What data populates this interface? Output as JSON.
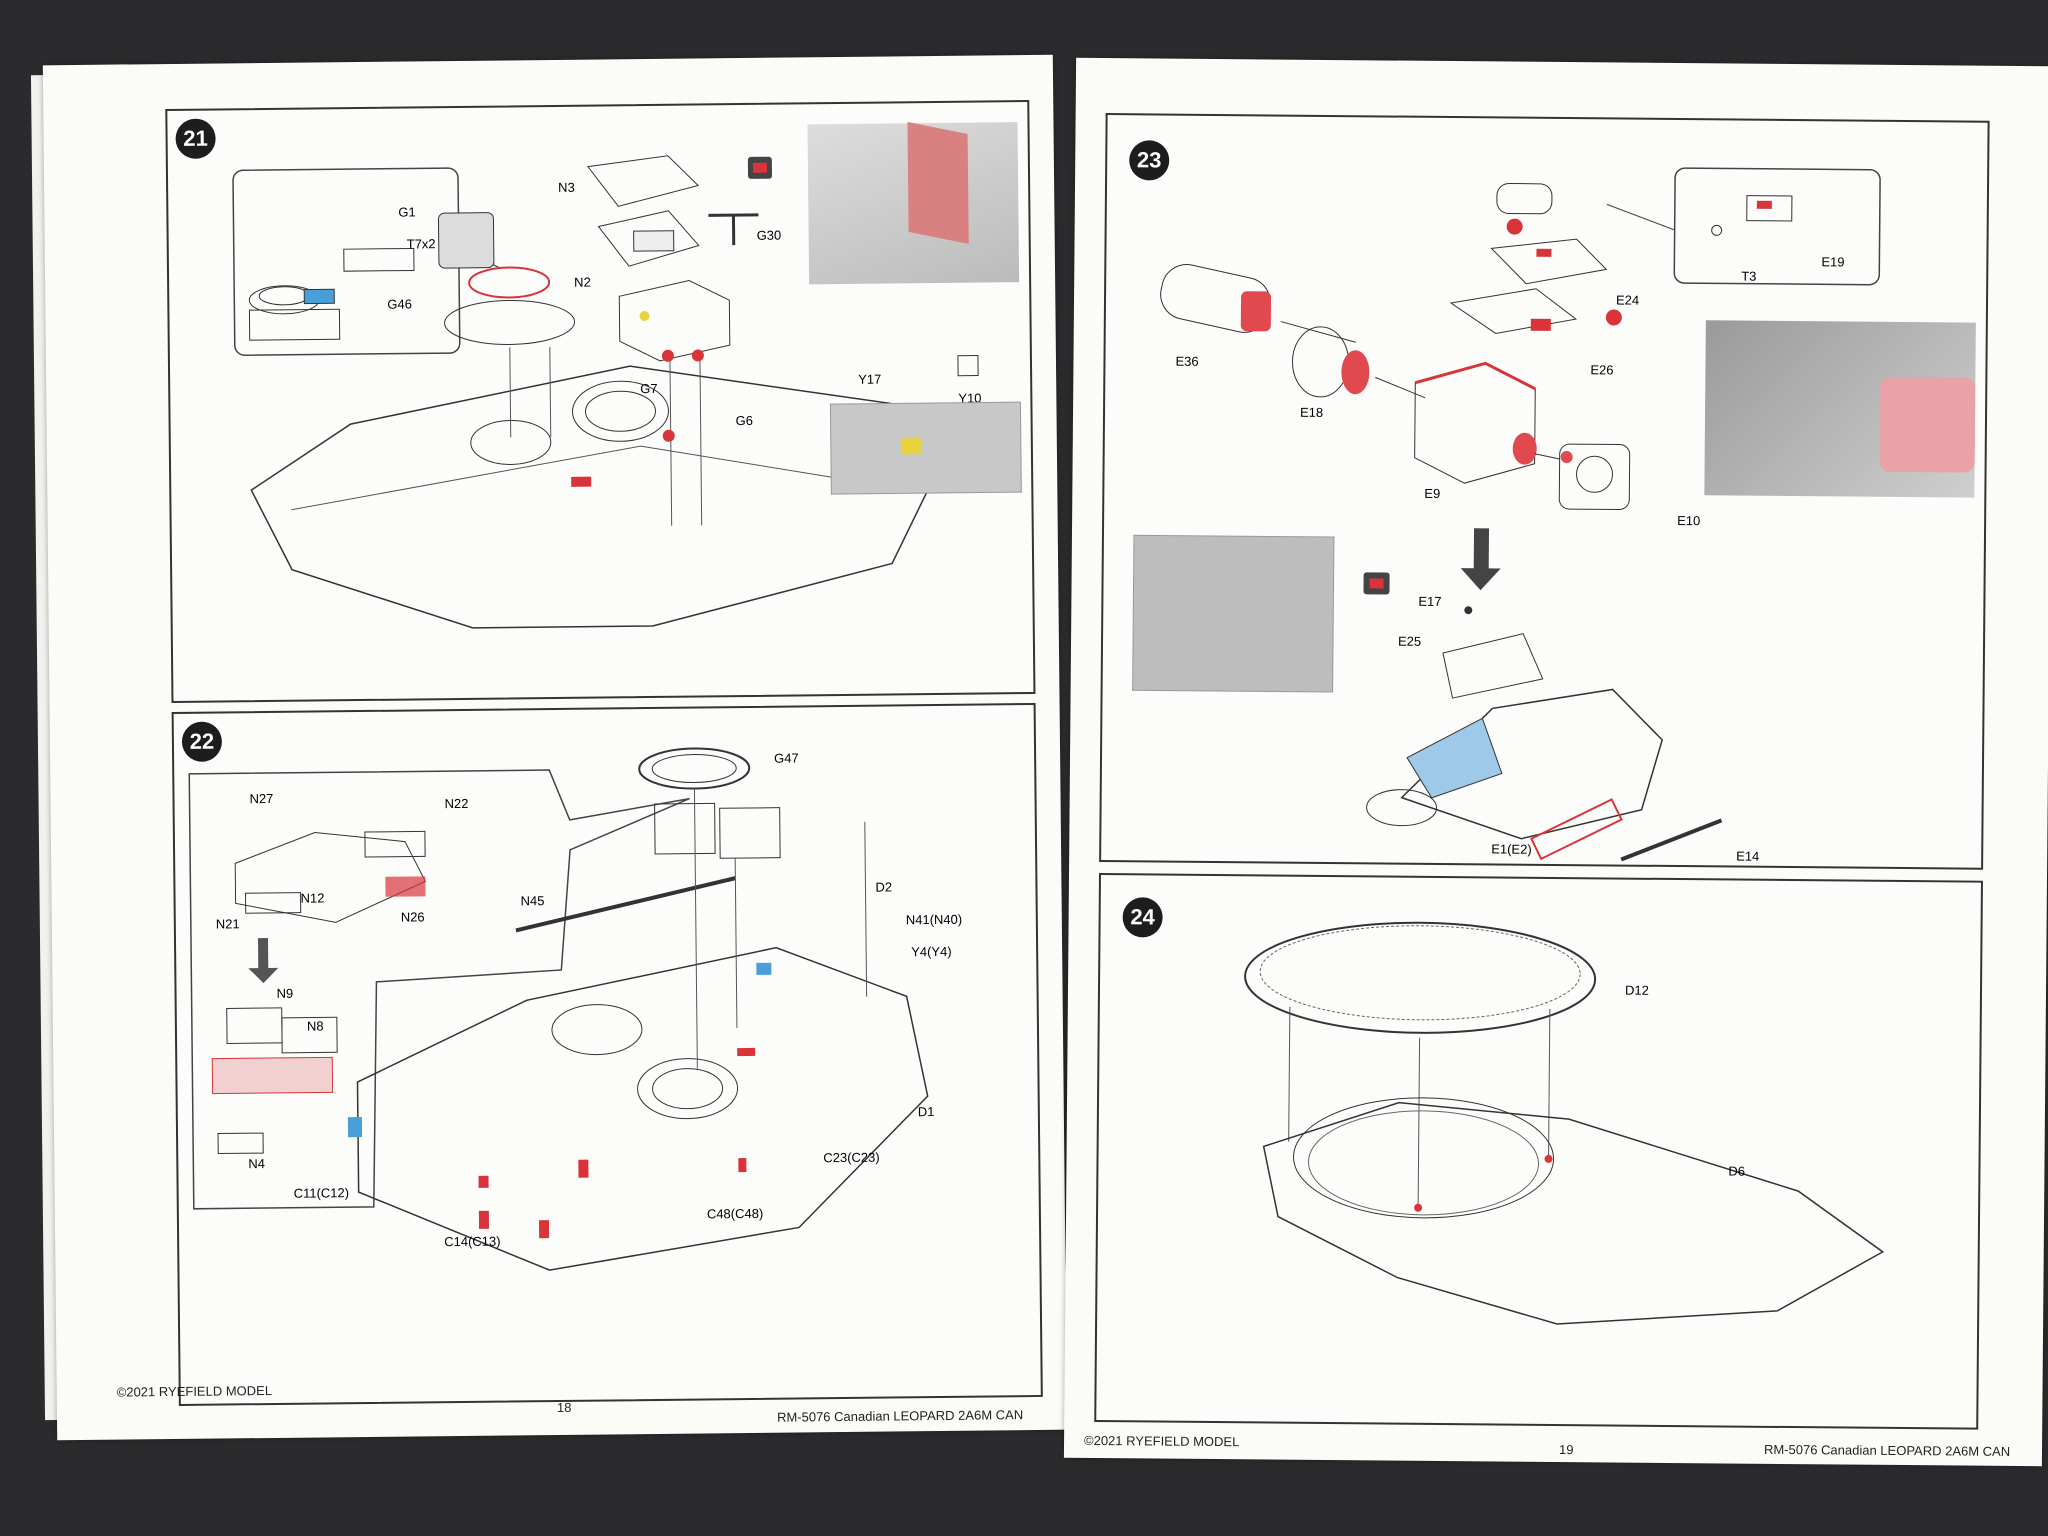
{
  "left_page": {
    "page_number": "18",
    "copyright": "©2021 RYEFIELD MODEL",
    "model_title": "RM-5076 Canadian LEOPARD 2A6M CAN",
    "steps": [
      {
        "number": "21",
        "labels": [
          "G1",
          "T7x2",
          "G46",
          "N3",
          "N2",
          "G30",
          "G7",
          "G6",
          "Y17",
          "Y10"
        ]
      },
      {
        "number": "22",
        "labels": [
          "N27",
          "N22",
          "N12",
          "N21",
          "N26",
          "N9",
          "N8",
          "N4",
          "G47",
          "N45",
          "D2",
          "N41(N40)",
          "Y4(Y4)",
          "D1",
          "C23(C23)",
          "C11(C12)",
          "C14(C13)",
          "C48(C48)"
        ]
      }
    ]
  },
  "right_page": {
    "page_number": "19",
    "copyright": "©2021 RYEFIELD MODEL",
    "model_title": "RM-5076 Canadian LEOPARD 2A6M CAN",
    "steps": [
      {
        "number": "23",
        "labels": [
          "T3",
          "E19",
          "E24",
          "E26",
          "E36",
          "E18",
          "E9",
          "E10",
          "E17",
          "E25",
          "E1(E2)",
          "E14"
        ]
      },
      {
        "number": "24",
        "labels": [
          "D12",
          "D6"
        ]
      }
    ]
  },
  "colors": {
    "highlight_red": "#d8343a",
    "highlight_blue": "#4a9fd8",
    "highlight_yellow": "#e8d43a",
    "paper": "#fbfbf8",
    "background": "#2b2b2d"
  }
}
